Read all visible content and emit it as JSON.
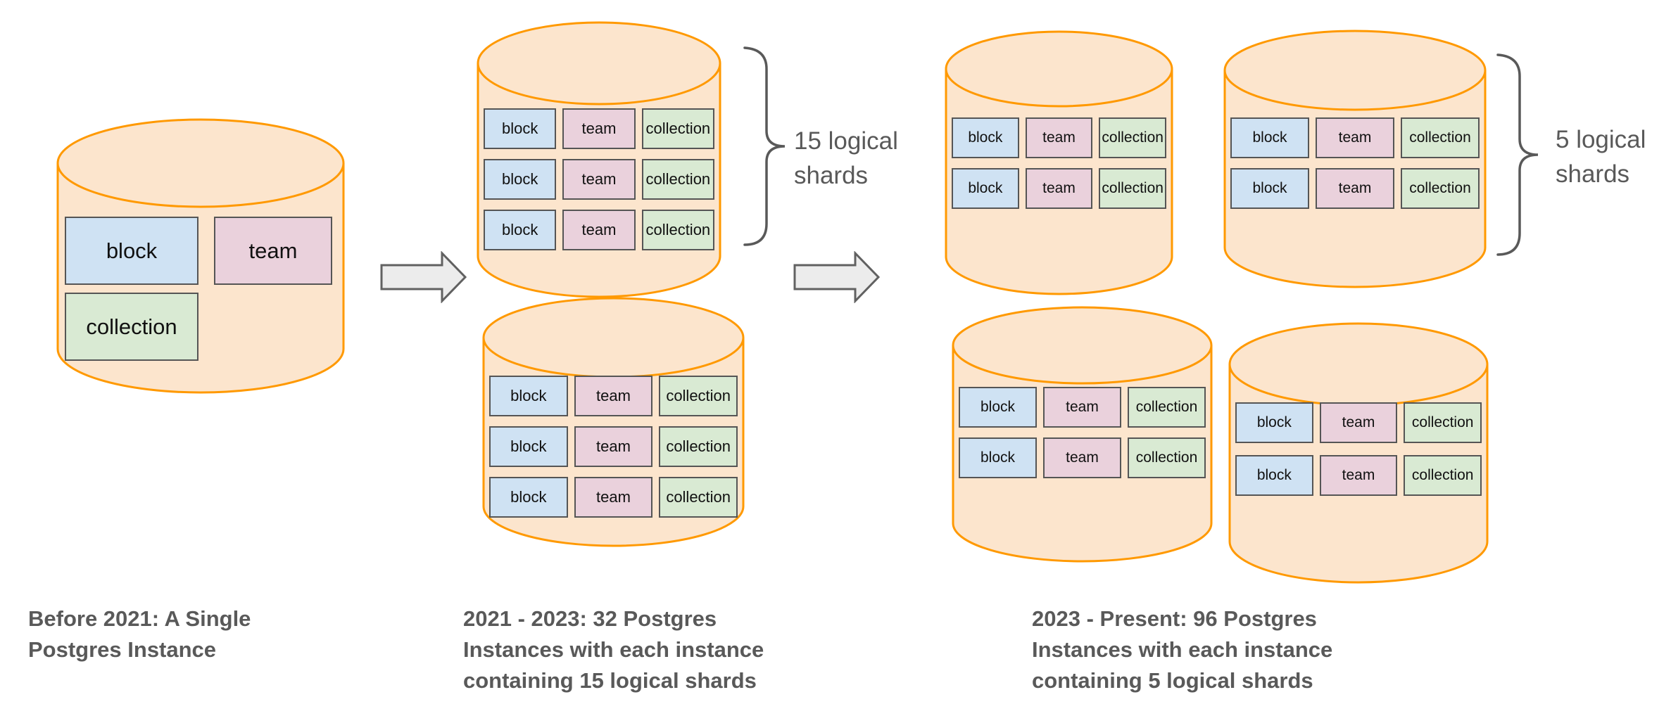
{
  "tables": {
    "block": "block",
    "team": "team",
    "collection": "collection"
  },
  "stages": [
    {
      "name": "before-2021",
      "caption": "Before 2021: A Single Postgres Instance",
      "caption_lines": [
        "Before 2021: A Single",
        "Postgres Instance"
      ]
    },
    {
      "name": "2021-2023",
      "caption": "2021 - 2023: 32 Postgres Instances with each instance containing 15 logical shards",
      "caption_lines": [
        "2021 - 2023: 32 Postgres",
        "Instances with each instance",
        "containing 15 logical shards"
      ],
      "brace_label": "15 logical shards",
      "brace_label_lines": [
        "15 logical",
        "shards"
      ]
    },
    {
      "name": "2023-present",
      "caption": "2023 - Present: 96 Postgres Instances with each instance containing 5 logical shards",
      "caption_lines": [
        "2023 - Present: 96 Postgres",
        "Instances with each instance",
        "containing 5 logical shards"
      ],
      "brace_label": "5 logical shards",
      "brace_label_lines": [
        "5 logical",
        "shards"
      ]
    }
  ],
  "colors": {
    "cylinder_fill": "#fce5cd",
    "cylinder_stroke": "#ff9900",
    "block_fill": "#cfe2f3",
    "team_fill": "#ead1dc",
    "collection_fill": "#d9ead3",
    "box_border": "#555555",
    "table_text": "#111111",
    "label_text": "#595959",
    "arrow_fill": "#ececec",
    "arrow_stroke": "#616161",
    "brace_stroke": "#595959"
  }
}
